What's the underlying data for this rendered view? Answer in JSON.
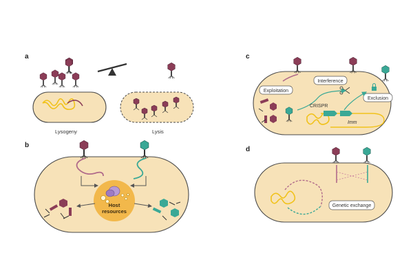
{
  "panels": {
    "a": {
      "letter": "a",
      "lysogeny_label": "Lysogeny",
      "lysis_label": "Lysis"
    },
    "b": {
      "letter": "b",
      "host_resources_line1": "Host",
      "host_resources_line2": "resources"
    },
    "c": {
      "letter": "c",
      "exploitation_label": "Exploitation",
      "interference_label": "Interference",
      "crispr_label": "CRISPR",
      "imm_label": "Imm",
      "exclusion_label": "Exclusion"
    },
    "d": {
      "letter": "d",
      "genetic_exchange_label": "Genetic exchange"
    }
  },
  "colors": {
    "cell_fill": "#f7e2b8",
    "phage_purple": "#8b3d57",
    "phage_teal": "#3aa896",
    "dna_yellow": "#f1c21b",
    "resources_orange": "#f2b84b"
  }
}
